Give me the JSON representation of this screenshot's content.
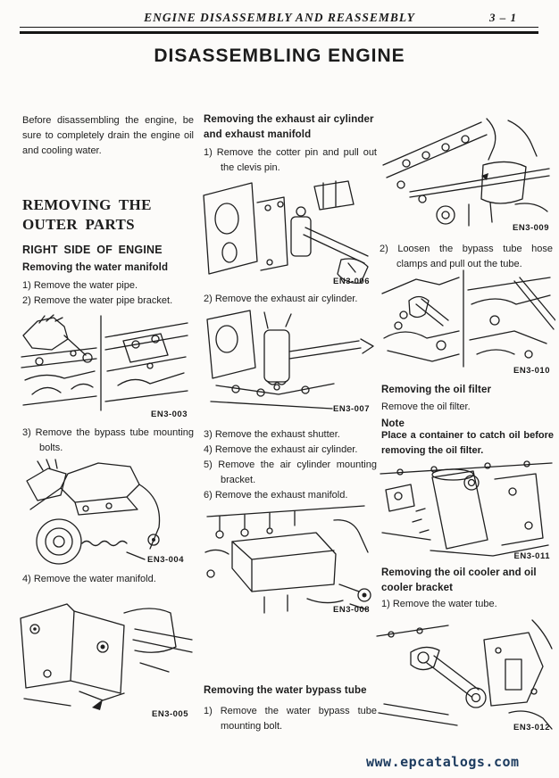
{
  "header": {
    "running_title": "ENGINE DISASSEMBLY AND REASSEMBLY",
    "page_number": "3 – 1"
  },
  "title": "DISASSEMBLING ENGINE",
  "left_column": {
    "intro": "Before disassembling the engine, be sure to completely drain the engine oil and cooling water.",
    "outer_parts_heading": "REMOVING THE OUTER PARTS",
    "right_side_heading": "RIGHT SIDE OF ENGINE",
    "water_manifold_heading": "Removing the water manifold",
    "water_manifold_steps": [
      "1) Remove the water pipe.",
      "2) Remove the water pipe bracket."
    ],
    "figure_en3_003_label": "EN3-003",
    "step_bypass_bolts": "3) Remove the bypass tube mounting bolts.",
    "figure_en3_004_label": "EN3-004",
    "step_water_manifold": "4) Remove the water manifold.",
    "figure_en3_005_label": "EN3-005"
  },
  "middle_column": {
    "exhaust_heading": "Removing the exhaust air cylinder and exhaust manifold",
    "step_cotter_pin": "1) Remove the cotter pin and pull out the clevis pin.",
    "figure_en3_006_label": "EN3-006",
    "step_exhaust_air_cylinder": "2) Remove the exhaust air cylinder.",
    "figure_en3_007_label": "EN3-007",
    "exhaust_steps": [
      "3) Remove the exhaust shutter.",
      "4) Remove the exhaust air cylinder.",
      "5) Remove the air cylinder mounting bracket.",
      "6) Remove the exhaust manifold."
    ],
    "figure_en3_008_label": "EN3-008",
    "bypass_tube_heading": "Removing the water bypass tube",
    "step_bypass_mounting_bolt": "1) Remove the water bypass tube mounting bolt."
  },
  "right_column": {
    "figure_en3_009_label": "EN3-009",
    "step_loosen_clamps": "2) Loosen the bypass tube hose clamps and pull out the tube.",
    "figure_en3_010_label": "EN3-010",
    "oil_filter_heading": "Removing the oil filter",
    "oil_filter_text": "Remove the oil filter.",
    "note_label": "Note",
    "note_text": "Place a container to catch oil before removing the oil filter.",
    "figure_en3_011_label": "EN3-011",
    "oil_cooler_heading": "Removing the oil cooler and oil cooler bracket",
    "step_water_tube": "1) Remove the water tube.",
    "figure_en3_012_label": "EN3-012"
  },
  "footer": {
    "url": "www.epcatalogs.com"
  }
}
